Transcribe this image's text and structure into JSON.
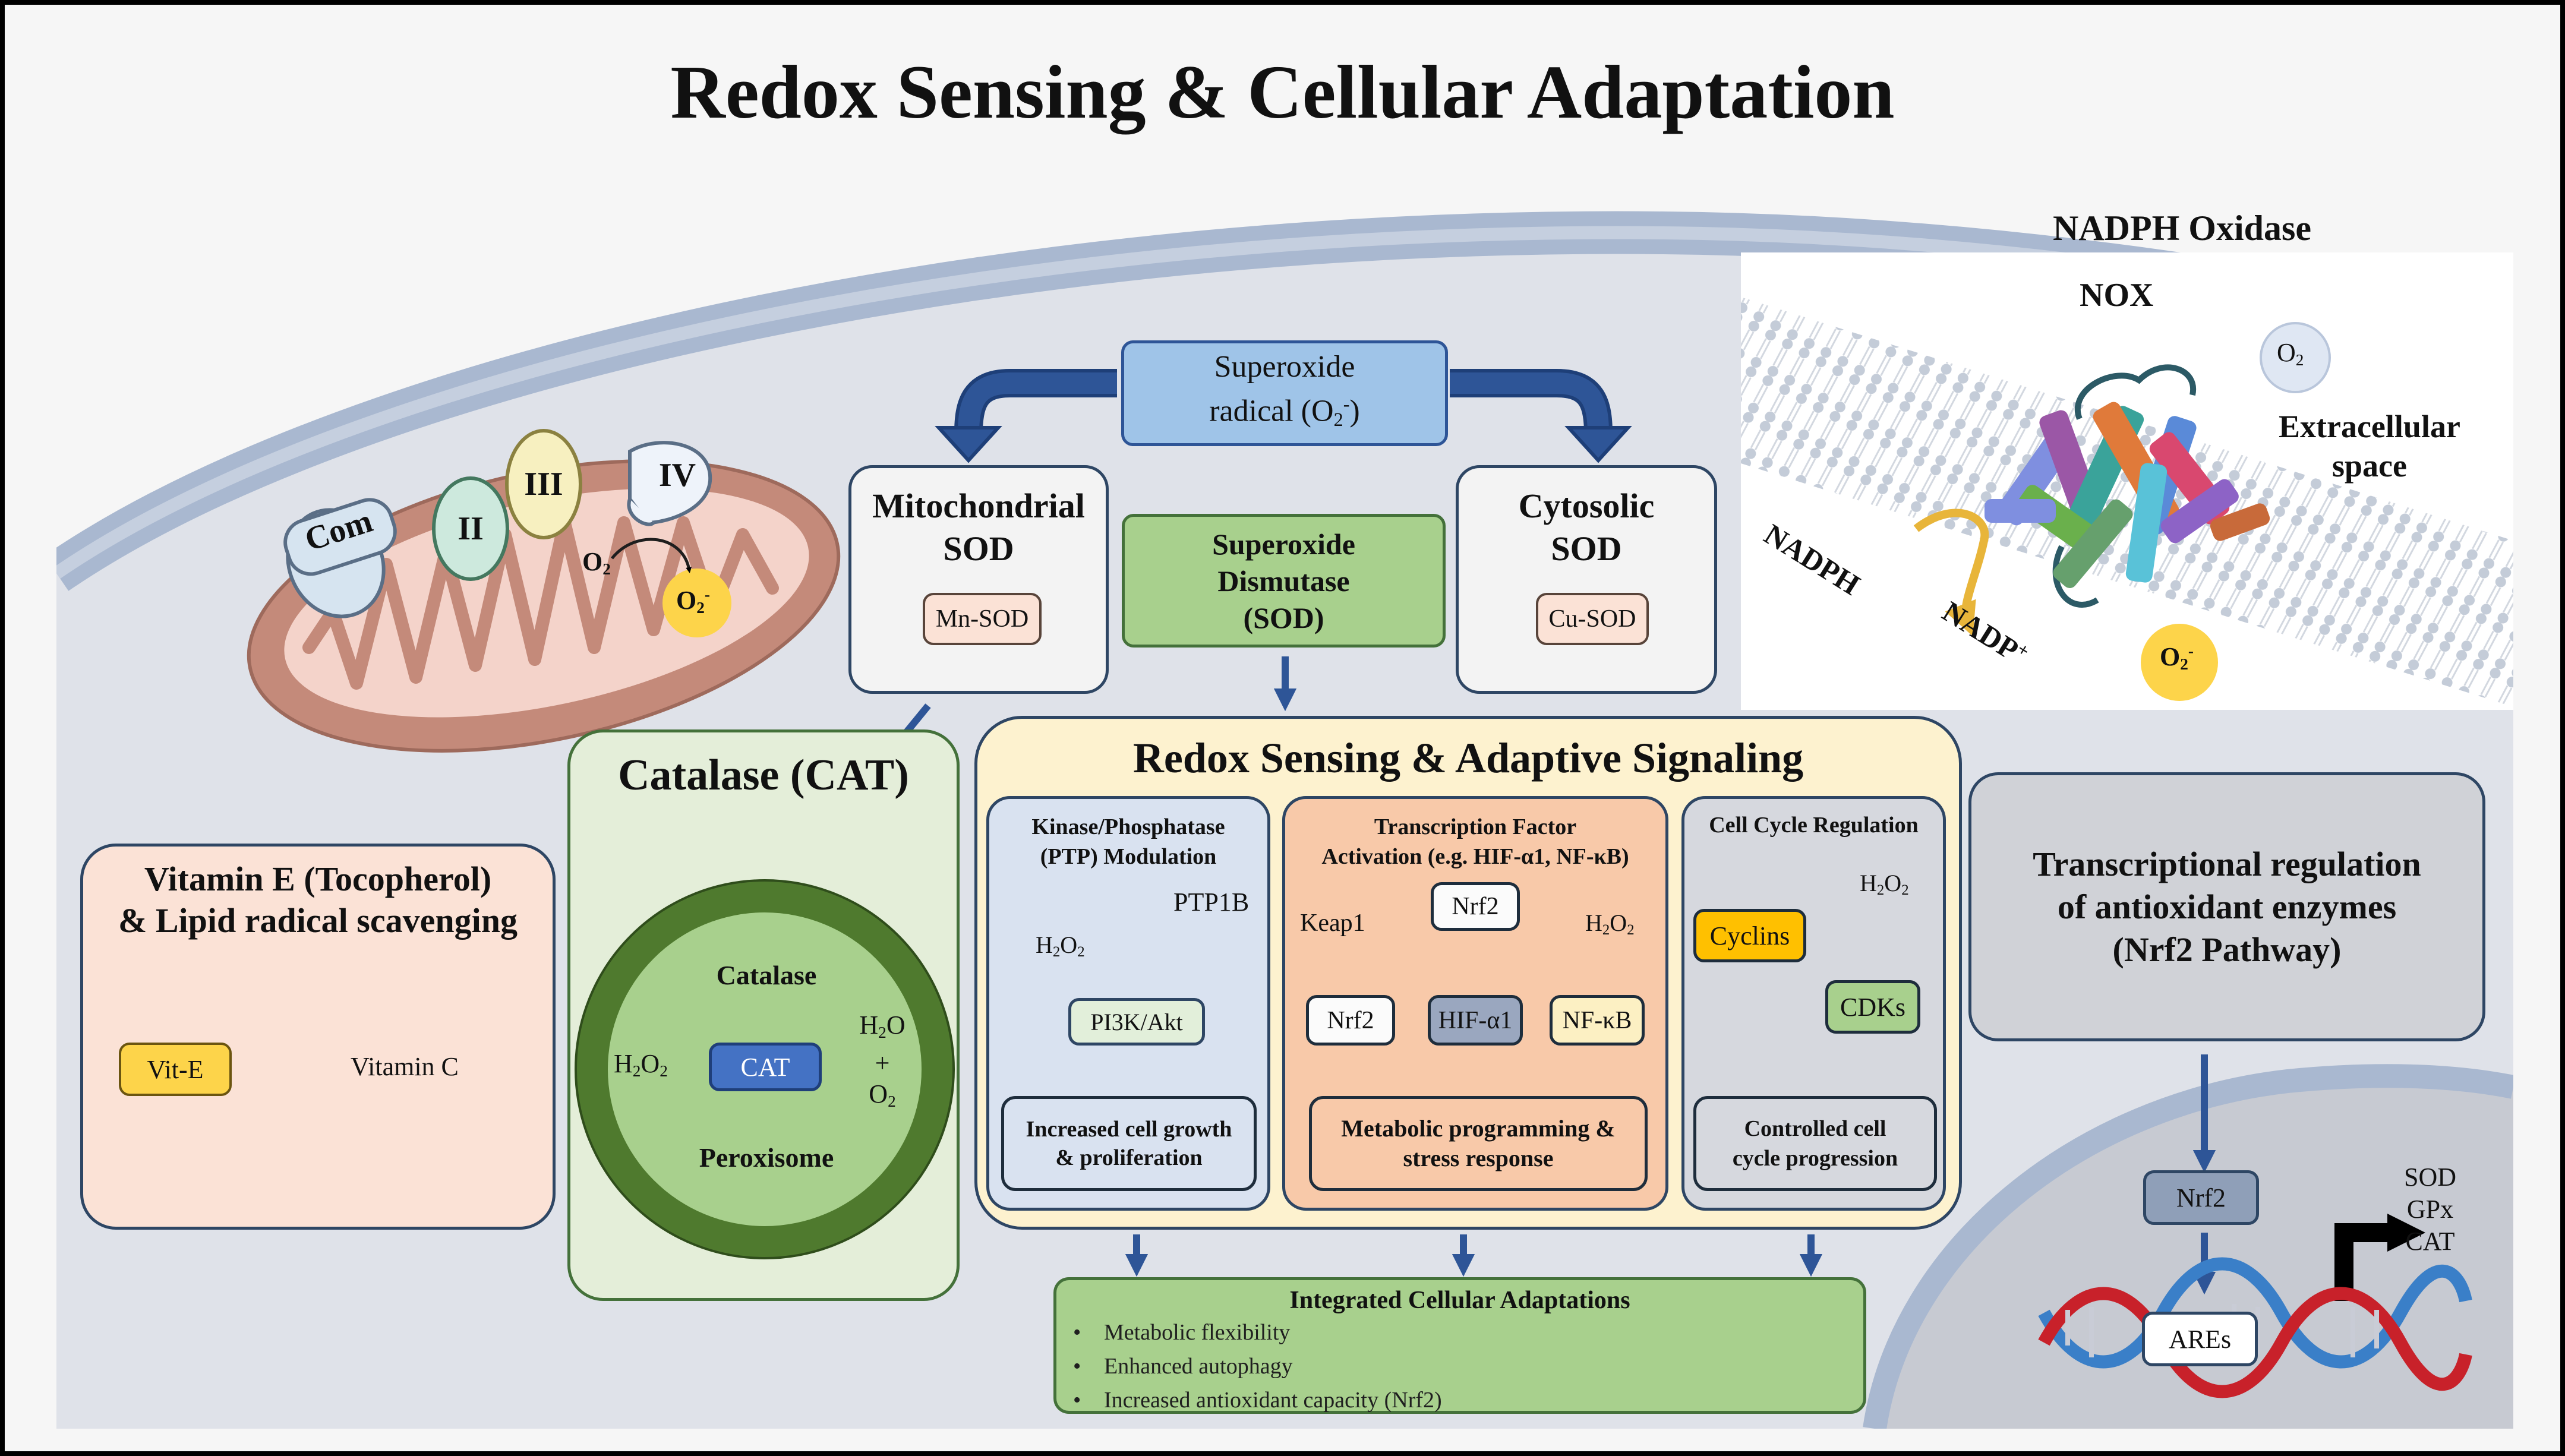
{
  "title": "Redox Sensing & Cellular Adaptation",
  "mito": {
    "complex_labels": [
      "Com",
      "II",
      "III",
      "IV"
    ],
    "o2": "O",
    "o2_sub": "2",
    "superoxide": "O",
    "superoxide_sub": "2",
    "superoxide_sup": "-"
  },
  "superoxide_box": {
    "line1": "Superoxide",
    "line2_pre": "radical (O",
    "line2_sub": "2",
    "line2_sup": "-",
    "line2_post": ")"
  },
  "mito_sod": {
    "title_line1": "Mitochondrial",
    "title_line2": "SOD",
    "enzyme": "Mn-SOD"
  },
  "cyto_sod": {
    "title_line1": "Cytosolic",
    "title_line2": "SOD",
    "enzyme": "Cu-SOD"
  },
  "sod_box": {
    "line1": "Superoxide",
    "line2": "Dismutase",
    "line3": "(SOD)"
  },
  "nox": {
    "header": "NADPH Oxidase",
    "nox_label": "NOX",
    "o2": "O",
    "o2_sub": "2",
    "extracellular_line1": "Extracellular",
    "extracellular_line2": "space",
    "nadph": "NADPH",
    "nadp": "NADP",
    "nadp_sup": "+",
    "superoxide": "O",
    "superoxide_sub": "2",
    "superoxide_sup": "-"
  },
  "vitamin": {
    "title_line1": "Vitamin E (Tocopherol)",
    "title_line2": "& Lipid radical scavenging",
    "vit_e": "Vit-E",
    "vit_c": "Vitamin C"
  },
  "catalase": {
    "title": "Catalase (CAT)",
    "inner_label": "Catalase",
    "substrate": "H",
    "substrate_sub1": "2",
    "substrate_mid": "O",
    "substrate_sub2": "2",
    "enzyme": "CAT",
    "product1": "H",
    "product1_sub": "2",
    "product1_post": "O",
    "plus": "+",
    "product2": "O",
    "product2_sub": "2",
    "compartment": "Peroxisome"
  },
  "redox": {
    "title": "Redox Sensing & Adaptive Signaling",
    "kinase": {
      "title_line1": "Kinase/Phosphatase",
      "title_line2": "(PTP) Modulation",
      "h2o2": "H",
      "h2o2_sub1": "2",
      "h2o2_mid": "O",
      "h2o2_sub2": "2",
      "ptp1b": "PTP1B",
      "pi3k": "PI3K/Akt",
      "outcome_line1": "Increased cell growth",
      "outcome_line2": "& proliferation"
    },
    "tf": {
      "title_line1": "Transcription Factor",
      "title_line2": "Activation (e.g. HIF-α1, NF-κB)",
      "keap1": "Keap1",
      "nrf2_top": "Nrf2",
      "h2o2": "H",
      "h2o2_sub1": "2",
      "h2o2_mid": "O",
      "h2o2_sub2": "2",
      "nrf2": "Nrf2",
      "hif": "HIF-α1",
      "nfkb": "NF-κB",
      "outcome_line1": "Metabolic programming &",
      "outcome_line2": "stress response"
    },
    "cell_cycle": {
      "title": "Cell Cycle Regulation",
      "h2o2": "H",
      "h2o2_sub1": "2",
      "h2o2_mid": "O",
      "h2o2_sub2": "2",
      "cyclins": "Cyclins",
      "cdks": "CDKs",
      "outcome_line1": "Controlled cell",
      "outcome_line2": "cycle progression"
    }
  },
  "nrf2_pathway": {
    "title_line1": "Transcriptional regulation",
    "title_line2": "of antioxidant enzymes",
    "title_line3": "(Nrf2 Pathway)",
    "nrf2": "Nrf2",
    "ares": "AREs",
    "genes": [
      "SOD",
      "GPx",
      "CAT"
    ]
  },
  "integrated": {
    "title": "Integrated Cellular Adaptations",
    "items": [
      "Metabolic flexibility",
      "Enhanced autophagy",
      "Increased antioxidant capacity (Nrf2)"
    ]
  },
  "colors": {
    "cell_bg": "#dfe2e9",
    "membrane": "#a9b8d0",
    "mito": "#c48a7a",
    "catalase_panel": "#e4eed9",
    "catalase_ring": "#4f7a2e",
    "sod_green": "#a8d08d",
    "superoxide_blue": "#9fc4e8",
    "redox_panel": "#fdf2cf",
    "kinase_panel": "#d9e2f0",
    "tf_panel": "#f8c9a9",
    "cycle_panel": "#d6d8de",
    "vitamin_panel": "#fbe2d6",
    "nrf2_panel": "#d0d2d7",
    "arrow_blue": "#2e5597",
    "arrow_red": "#d0141a",
    "cyclins": "#ffc000",
    "superoxide_yellow": "#fdd44a"
  }
}
